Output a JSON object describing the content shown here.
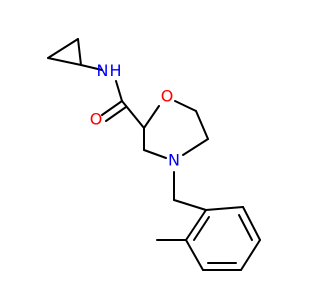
{
  "structure": {
    "atoms": [
      {
        "id": "nh_n",
        "symbol": "N",
        "sub": "H",
        "color": "#0000ff"
      },
      {
        "id": "o_carbonyl",
        "symbol": "O",
        "color": "#ff0000"
      },
      {
        "id": "o_ring",
        "symbol": "O",
        "color": "#ff0000"
      },
      {
        "id": "n_ring",
        "symbol": "N",
        "color": "#0000ff"
      }
    ],
    "bond_color": "#000000"
  }
}
